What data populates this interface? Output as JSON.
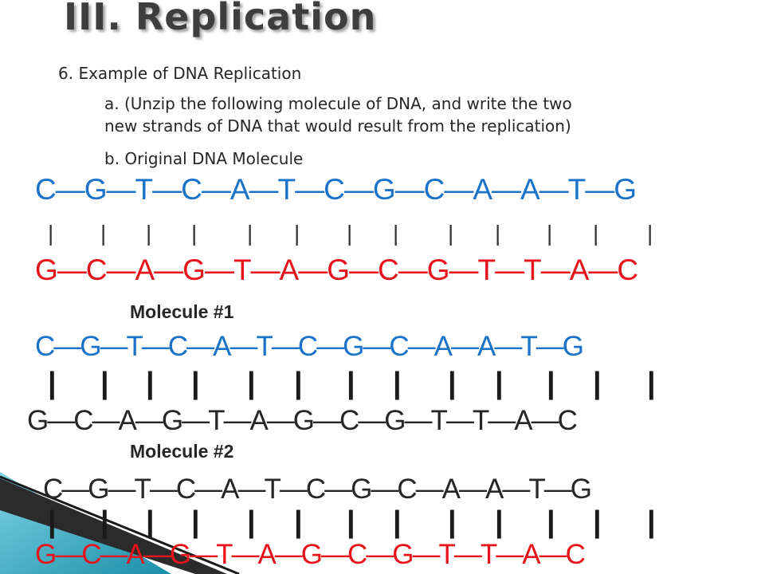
{
  "title": "III.  Replication",
  "item6": "6.  Example of DNA Replication",
  "item_a_line1": "a. (Unzip the following molecule of DNA, and write the two",
  "item_a_line2": "new strands of DNA that would result from the replication)",
  "item_b": "b. Original DNA Molecule",
  "bond_symbol": "|",
  "original": {
    "top": "C—G—T—C—A—T—C—G—C—A—A—T—G",
    "bottom": "G—C—A—G—T—A—G—C—G—T—T—A—C"
  },
  "molecule1": {
    "label": "Molecule #1",
    "top": "C—G—T—C—A—T—C—G—C—A—A—T—G",
    "bottom": "G—C—A—G—T—A—G—C—G—T—T—A—C"
  },
  "molecule2": {
    "label": "Molecule #2",
    "top": "C—G—T—C—A—T—C—G—C—A—A—T—G",
    "bottom": "G—C—A—G—T—A—G—C—G—T—T—A—C"
  },
  "colors": {
    "blue_strand": "#1a73c8",
    "red_strand": "#e8121a",
    "black_strand": "#262626",
    "title": "#3e3e3e",
    "accent_teal": "#1a8fa8"
  }
}
